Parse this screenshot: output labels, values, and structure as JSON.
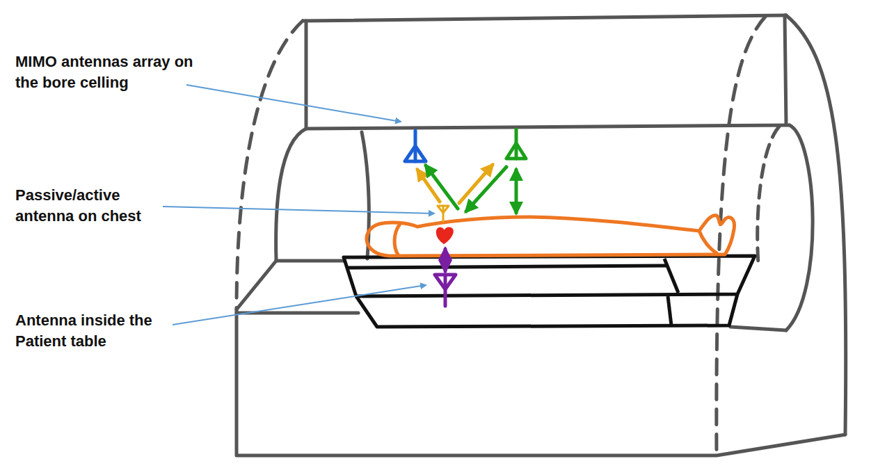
{
  "diagram": {
    "labels": [
      "MIMO antennas array on the bore celling",
      "Passive/active antenna on chest",
      "Antenna inside the Patient table"
    ]
  }
}
